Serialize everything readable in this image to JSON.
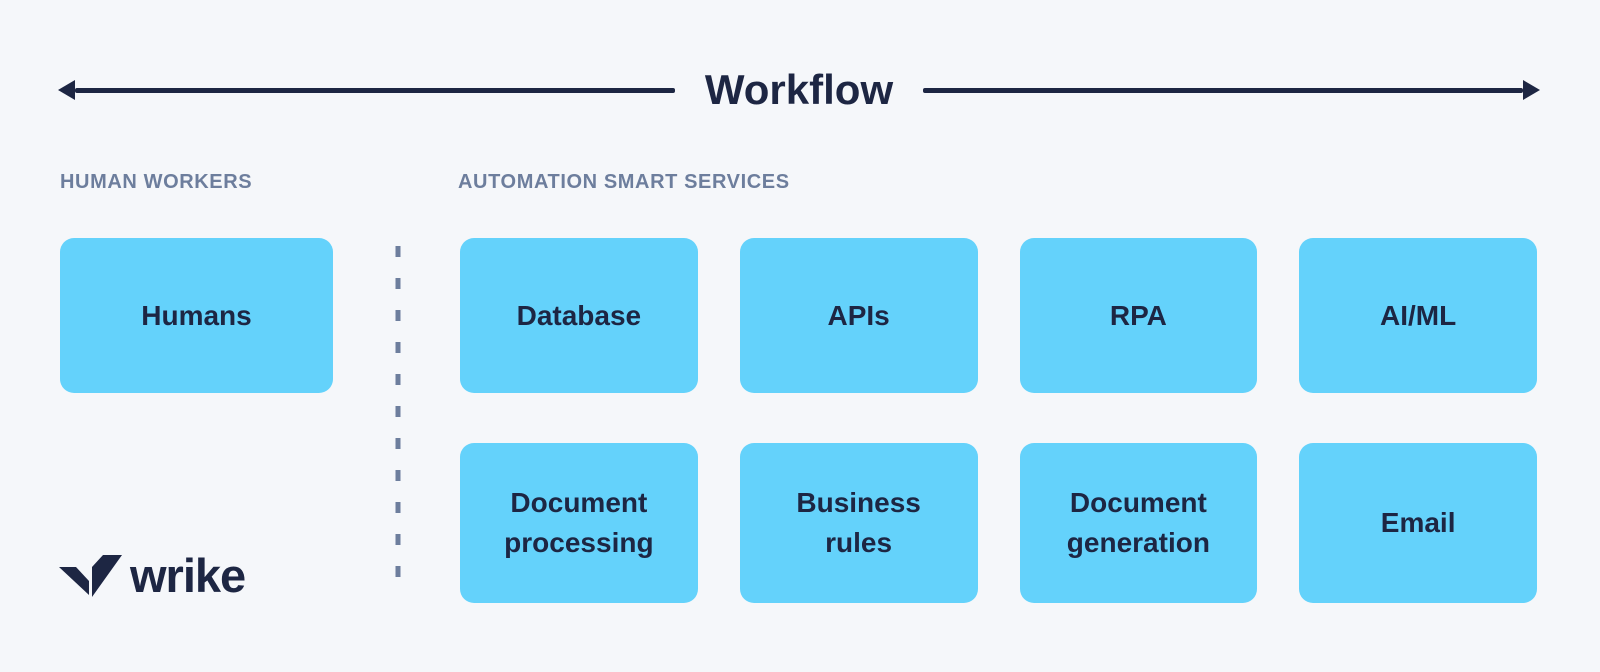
{
  "colors": {
    "background": "#f5f7fa",
    "box_blue": "#64d2fb",
    "navy": "#1d2643",
    "slate": "#6d7e9d"
  },
  "header": {
    "title": "Workflow"
  },
  "human_workers": {
    "label": "HUMAN WORKERS",
    "boxes": [
      {
        "label": "Humans"
      }
    ]
  },
  "automation": {
    "label": "AUTOMATION SMART SERVICES",
    "boxes": [
      {
        "label": "Database"
      },
      {
        "label": "APIs"
      },
      {
        "label": "RPA"
      },
      {
        "label": "AI/ML"
      },
      {
        "label": "Document processing"
      },
      {
        "label": "Business rules"
      },
      {
        "label": "Document generation"
      },
      {
        "label": "Email"
      }
    ]
  },
  "footer": {
    "brand": "wrike",
    "logo_icon": "wrike-double-check-icon"
  }
}
